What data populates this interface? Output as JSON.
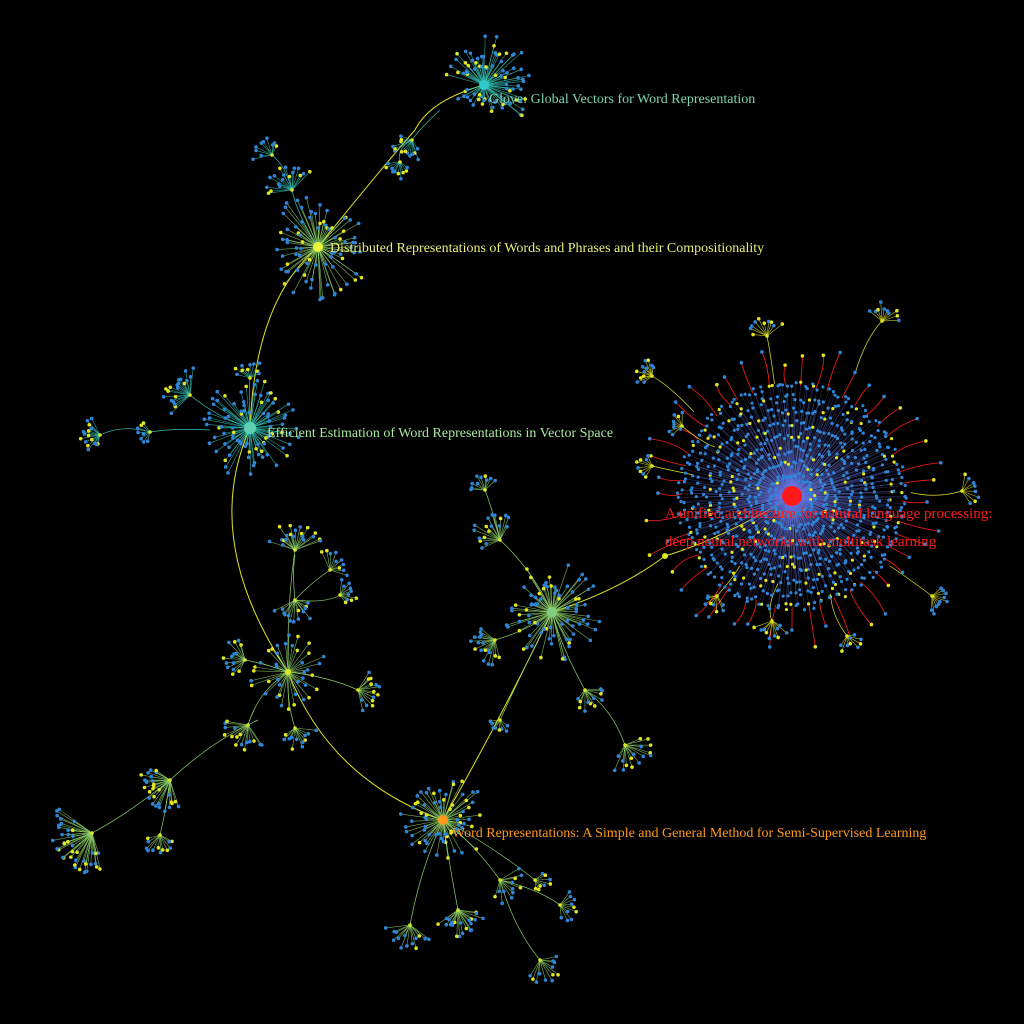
{
  "graph": {
    "background": "#000000",
    "colors": {
      "blue_leaf": "#2e86d8",
      "yellow_leaf": "#e0e620",
      "green_edge": "#8fd36a",
      "cyan_edge": "#30c0b0",
      "red": "#ff1a1a",
      "orange": "#ff9a1a",
      "violet": "#6a78e8"
    },
    "clusters": [
      {
        "id": "glove",
        "label": "Glove: Global Vectors for Word Representation",
        "label_color": "#7fd3b0",
        "hub_color": "#30c8c8"
      },
      {
        "id": "distributed",
        "label": "Distributed Representations of Words and Phrases and their Compositionality",
        "label_color": "#e6f07a",
        "hub_color": "#e8f53a"
      },
      {
        "id": "efficient",
        "label": "Efficient Estimation of Word Representations in Vector Space",
        "label_color": "#a8e6a0",
        "hub_color": "#60d0b0"
      },
      {
        "id": "unified",
        "label_lines": [
          "A unified architecture for natural language processing:",
          "deep neural networks with multitask learning"
        ],
        "label_color": "#ff1a1a",
        "hub_color": "#ff1a1a"
      },
      {
        "id": "word_reps",
        "label": "Word Representations: A Simple and General Method for Semi-Supervised Learning",
        "label_color": "#ff9a1a",
        "hub_color": "#ff9a1a"
      }
    ]
  }
}
